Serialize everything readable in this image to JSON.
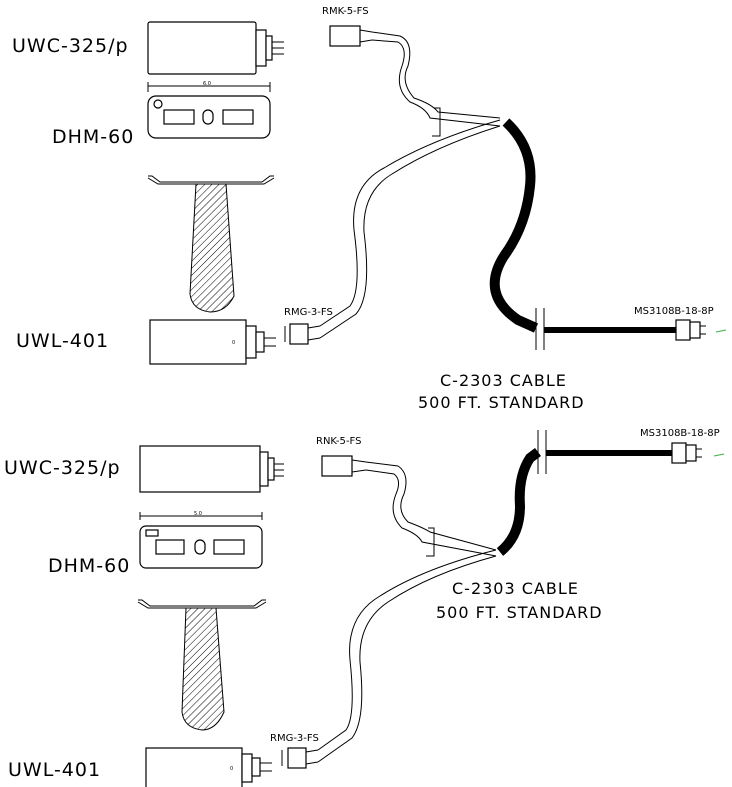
{
  "upper_group": {
    "uwc_label": "UWC-325/p",
    "dhm_label": "DHM-60",
    "dhm_dimension": "6.0",
    "uwl_label": "UWL-401",
    "rmk_label": "RMK-5-FS",
    "rmg_label": "RMG-3-FS",
    "connector_label": "MS3108B-18-8P",
    "cable_line1": "C-2303 CABLE",
    "cable_line2": "500 FT. STANDARD"
  },
  "lower_group": {
    "uwc_label": "UWC-325/p",
    "dhm_label": "DHM-60",
    "dhm_dimension": "5.0",
    "uwl_label": "UWL-401",
    "rmk_label": "RNK-5-FS",
    "rmg_label": "RMG-3-FS",
    "connector_label": "MS3108B-18-8P",
    "cable_line1": "C-2303 CABLE",
    "cable_line2": "500 FT. STANDARD"
  },
  "colors": {
    "ink": "#000000",
    "background": "#ffffff",
    "pin_accent": "#3cb043"
  }
}
